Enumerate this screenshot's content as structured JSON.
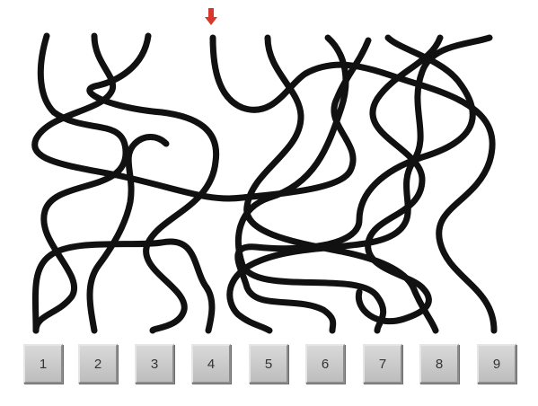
{
  "puzzle": {
    "start_line_index": 3,
    "arrow_color": "#d9372b",
    "line_color": "#111111",
    "answer_buttons": [
      {
        "label": "1"
      },
      {
        "label": "2"
      },
      {
        "label": "3"
      },
      {
        "label": "4"
      },
      {
        "label": "5"
      },
      {
        "label": "6"
      },
      {
        "label": "7"
      },
      {
        "label": "8"
      },
      {
        "label": "9"
      }
    ]
  }
}
